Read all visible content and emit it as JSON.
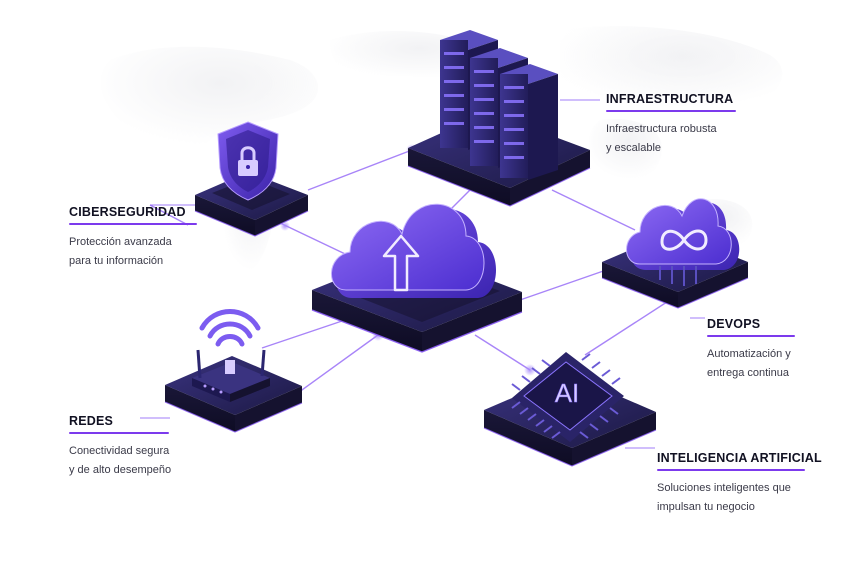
{
  "colors": {
    "accent": "#7c3aed",
    "accent_light": "#a78bfa",
    "platform_dark": "#1b1840",
    "platform_top": "#2a2660",
    "glow": "#8b5cf6",
    "title_text": "#111122",
    "desc_text": "#3a3a48"
  },
  "nodes": {
    "infraestructura": {
      "title": "INFRAESTRUCTURA",
      "line1": "Infraestructura robusta",
      "line2": "y escalable",
      "icon": "server-rack-icon"
    },
    "ciberseguridad": {
      "title": "CIBERSEGURIDAD",
      "line1": "Protección avanzada",
      "line2": "para tu información",
      "icon": "shield-lock-icon"
    },
    "devops": {
      "title": "DEVOPS",
      "line1": "Automatización y",
      "line2": "entrega continua",
      "icon": "infinity-cloud-icon"
    },
    "redes": {
      "title": "REDES",
      "line1": "Conectividad segura",
      "line2": "y de alto desempeño",
      "icon": "wifi-router-icon"
    },
    "ia": {
      "title": "INTELIGENCIA ARTIFICIAL",
      "line1": "Soluciones inteligentes que",
      "line2": "impulsan tu negocio",
      "icon": "ai-chip-icon",
      "chip_text": "AI"
    },
    "cloud": {
      "icon": "cloud-upload-icon"
    }
  }
}
